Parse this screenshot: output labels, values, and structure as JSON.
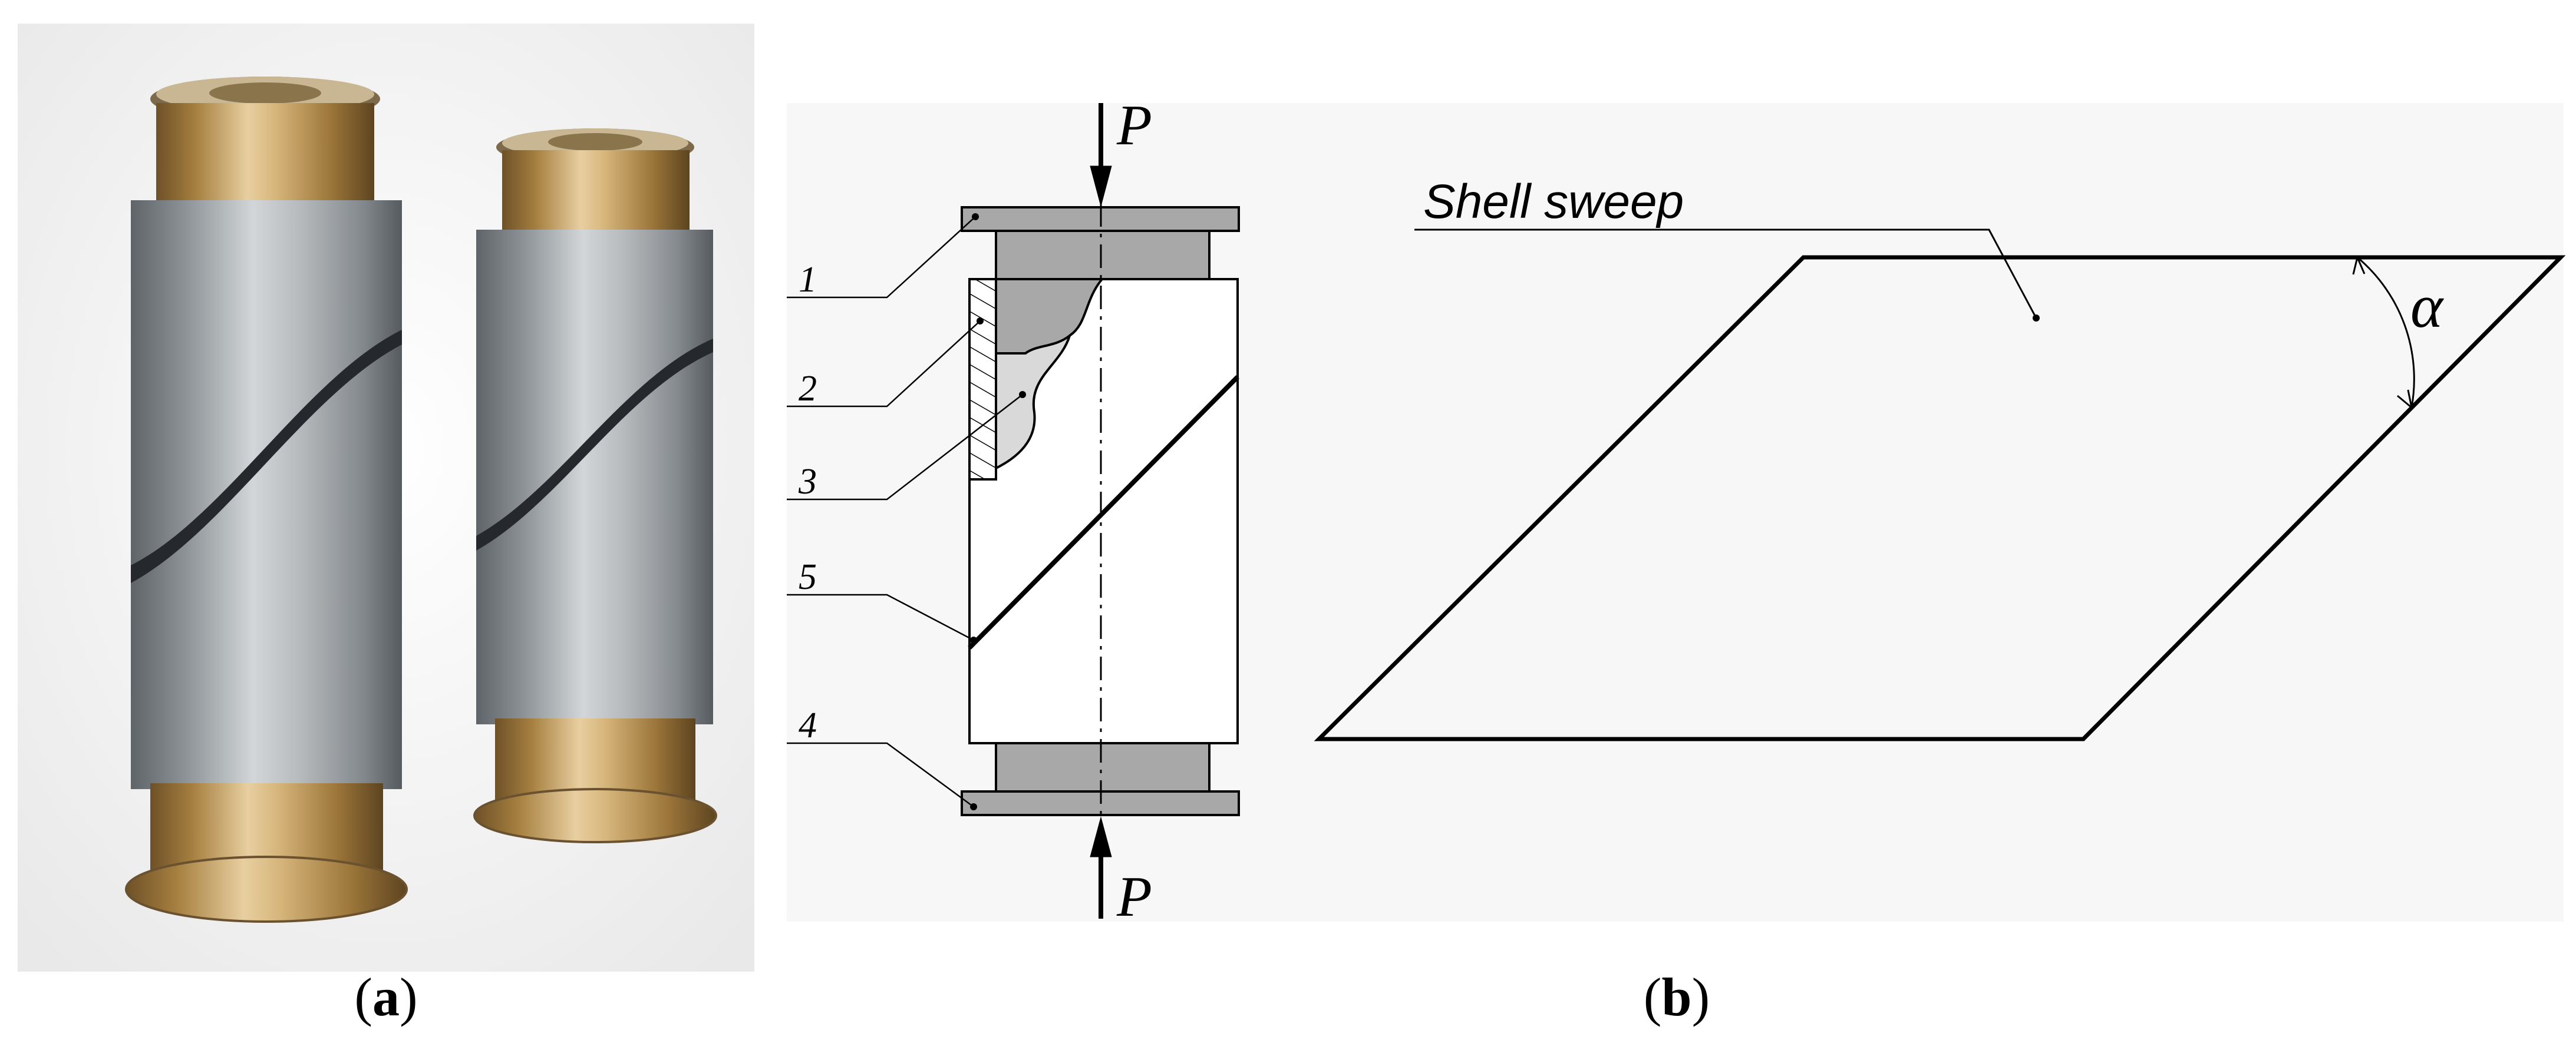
{
  "panel_a": {
    "caption_open": "(",
    "caption_letter": "a",
    "caption_close": ")"
  },
  "panel_b": {
    "caption_open": "(",
    "caption_letter": "b",
    "caption_close": ")",
    "force_top": "P",
    "force_bottom": "P",
    "callouts": [
      "1",
      "2",
      "3",
      "5",
      "4"
    ],
    "sweep_label": "Shell sweep",
    "angle_label": "α"
  },
  "colors": {
    "plate_fill": "#a8a8a8",
    "light_fill": "#d9d9d9",
    "line": "#000000",
    "panel_bg": "#f7f7f7",
    "shell_gray": "#9aa0a4",
    "brass": "#b08a4a"
  }
}
